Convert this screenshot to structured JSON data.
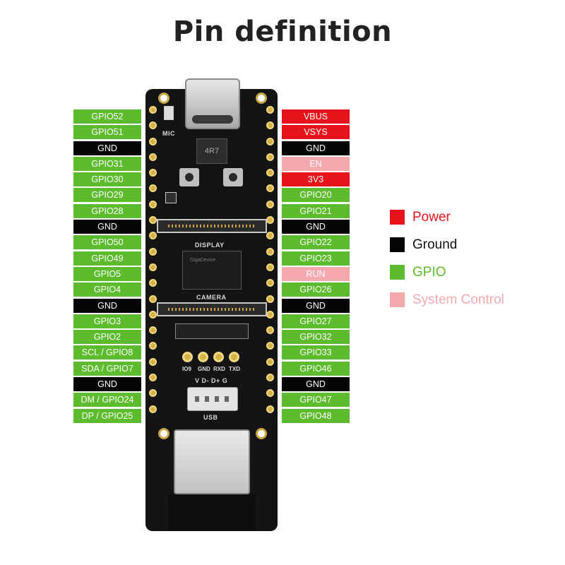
{
  "title": "Pin definition",
  "colors": {
    "gpio": "#5dbb2e",
    "ground": "#050505",
    "power": "#e8141c",
    "system_control": "#f4a9ad"
  },
  "left_pins": [
    {
      "label": "GPIO52",
      "type": "gpio"
    },
    {
      "label": "GPIO51",
      "type": "gpio"
    },
    {
      "label": "GND",
      "type": "ground"
    },
    {
      "label": "GPIO31",
      "type": "gpio"
    },
    {
      "label": "GPIO30",
      "type": "gpio"
    },
    {
      "label": "GPIO29",
      "type": "gpio"
    },
    {
      "label": "GPIO28",
      "type": "gpio"
    },
    {
      "label": "GND",
      "type": "ground"
    },
    {
      "label": "GPIO50",
      "type": "gpio"
    },
    {
      "label": "GPIO49",
      "type": "gpio"
    },
    {
      "label": "GPIO5",
      "type": "gpio"
    },
    {
      "label": "GPIO4",
      "type": "gpio"
    },
    {
      "label": "GND",
      "type": "ground"
    },
    {
      "label": "GPIO3",
      "type": "gpio"
    },
    {
      "label": "GPIO2",
      "type": "gpio"
    },
    {
      "label": "SCL / GPIO8",
      "type": "gpio"
    },
    {
      "label": "SDA / GPIO7",
      "type": "gpio"
    },
    {
      "label": "GND",
      "type": "ground"
    },
    {
      "label": "DM / GPIO24",
      "type": "gpio"
    },
    {
      "label": "DP / GPIO25",
      "type": "gpio"
    }
  ],
  "right_pins": [
    {
      "label": "VBUS",
      "type": "power"
    },
    {
      "label": "VSYS",
      "type": "power"
    },
    {
      "label": "GND",
      "type": "ground"
    },
    {
      "label": "EN",
      "type": "sys"
    },
    {
      "label": "3V3",
      "type": "power"
    },
    {
      "label": "GPIO20",
      "type": "gpio"
    },
    {
      "label": "GPIO21",
      "type": "gpio"
    },
    {
      "label": "GND",
      "type": "ground"
    },
    {
      "label": "GPIO22",
      "type": "gpio"
    },
    {
      "label": "GPIO23",
      "type": "gpio"
    },
    {
      "label": "RUN",
      "type": "sys"
    },
    {
      "label": "GPIO26",
      "type": "gpio"
    },
    {
      "label": "GND",
      "type": "ground"
    },
    {
      "label": "GPIO27",
      "type": "gpio"
    },
    {
      "label": "GPIO32",
      "type": "gpio"
    },
    {
      "label": "GPIO33",
      "type": "gpio"
    },
    {
      "label": "GPIO46",
      "type": "gpio"
    },
    {
      "label": "GND",
      "type": "ground"
    },
    {
      "label": "GPIO47",
      "type": "gpio"
    },
    {
      "label": "GPIO48",
      "type": "gpio"
    }
  ],
  "legend": [
    {
      "label": "Power",
      "type": "power",
      "text_color": "#e8141c"
    },
    {
      "label": "Ground",
      "type": "ground",
      "text_color": "#111111"
    },
    {
      "label": "GPIO",
      "type": "gpio",
      "text_color": "#5dbb2e"
    },
    {
      "label": "System Control",
      "type": "sys",
      "text_color": "#f4a9ad"
    }
  ],
  "board": {
    "display_label": "DISPLAY",
    "camera_label": "CAMERA",
    "mic_label": "MIC",
    "inductor_label": "4R7",
    "usb_label": "USB",
    "usb_pins_label": "V D- D+ G",
    "mcu_brand": "GigaDevice",
    "uart_labels": [
      "IO9",
      "GND",
      "RXD",
      "TXD"
    ]
  }
}
